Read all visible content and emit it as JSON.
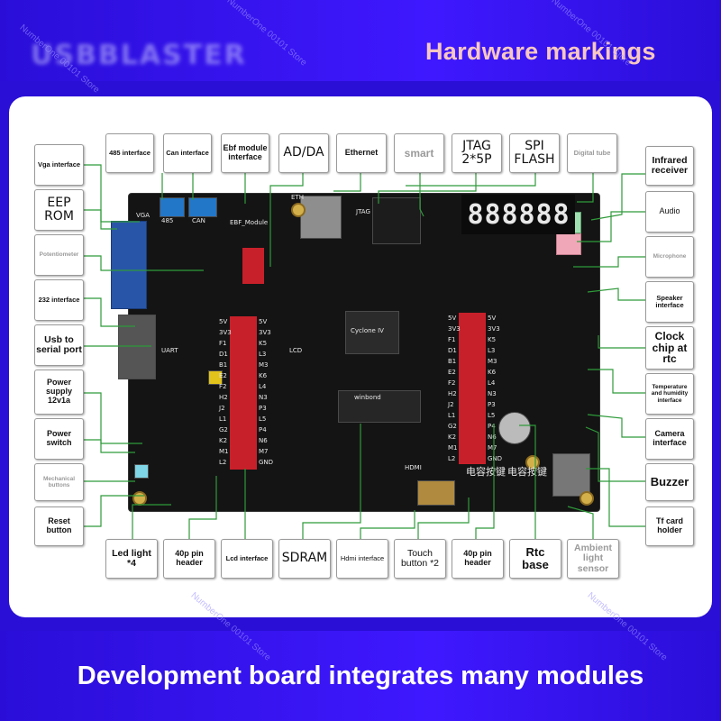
{
  "header": {
    "title": "Hardware markings",
    "logo_text": "USBBLASTER"
  },
  "footer": {
    "title": "Development board integrates many modules"
  },
  "top_labels": [
    "485 interface",
    "Can interface",
    "Ebf module interface",
    "AD/DA",
    "Ethernet",
    "smart",
    "JTAG 2*5P",
    "SPI FLASH",
    "Digital tube"
  ],
  "left_labels": [
    "Vga interface",
    "EEP ROM",
    "Potentiometer",
    "232 interface",
    "Usb to serial port",
    "Power supply 12v1a",
    "Power switch",
    "Mechanical buttons",
    "Reset button"
  ],
  "right_labels": [
    "Infrared receiver",
    "Audio",
    "Microphone",
    "Speaker interface",
    "Clock chip at rtc",
    "Temperature and humidity interface",
    "Camera interface",
    "Buzzer",
    "Tf card holder"
  ],
  "bottom_labels": [
    "Led light *4",
    "40p pin header",
    "Lcd interface",
    "SDRAM",
    "Hdmi interface",
    "Touch button *2",
    "40p pin header",
    "Rtc base",
    "Ambient light sensor"
  ],
  "board": {
    "seg_digits": "888888",
    "silk": [
      "VGA",
      "485",
      "CAN",
      "EBF_Module",
      "ETH",
      "JTAG",
      "LCD",
      "5V",
      "3V3",
      "GND",
      "HDMI",
      "电容按键",
      "电容按键",
      "winbond",
      "Cyclone IV",
      "UART"
    ],
    "pin_left": [
      "5V",
      "3V3",
      "F1",
      "D1",
      "B1",
      "E2",
      "F2",
      "H2",
      "J2",
      "L1",
      "G2",
      "K2",
      "M1",
      "L2"
    ],
    "pin_right": [
      "5V",
      "3V3",
      "K5",
      "L3",
      "M3",
      "K6",
      "L4",
      "N3",
      "P3",
      "L5",
      "P4",
      "N6",
      "M7",
      "GND"
    ]
  },
  "watermarks": [
    "NumberOne 00101 Store",
    "NumberOne 00101 Store",
    "NumberOne 00101 Store",
    "NumberOne 00101 Store",
    "NumberOne 00101 Store"
  ],
  "colors": {
    "band": "#3f18ff",
    "title_pink": "#f7c7c1",
    "line_green": "#2f9a3a",
    "board": "#141414"
  }
}
